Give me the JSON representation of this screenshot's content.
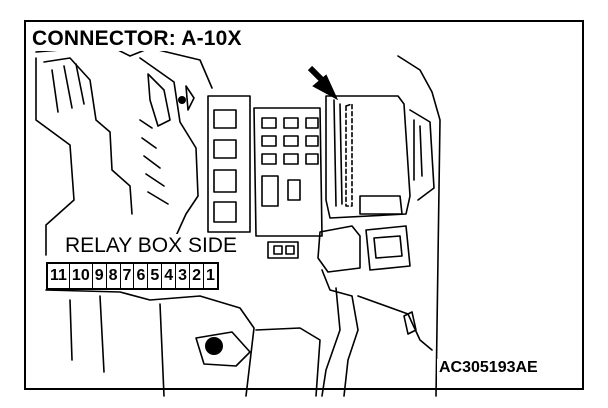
{
  "title": "CONNECTOR: A-10X",
  "relay_label": "RELAY BOX SIDE",
  "pins": [
    "11",
    "10",
    "9",
    "8",
    "7",
    "6",
    "5",
    "4",
    "3",
    "2",
    "1"
  ],
  "ref_code": "AC305193AE",
  "icons": {
    "arrow": "down-right-arrow-icon"
  }
}
